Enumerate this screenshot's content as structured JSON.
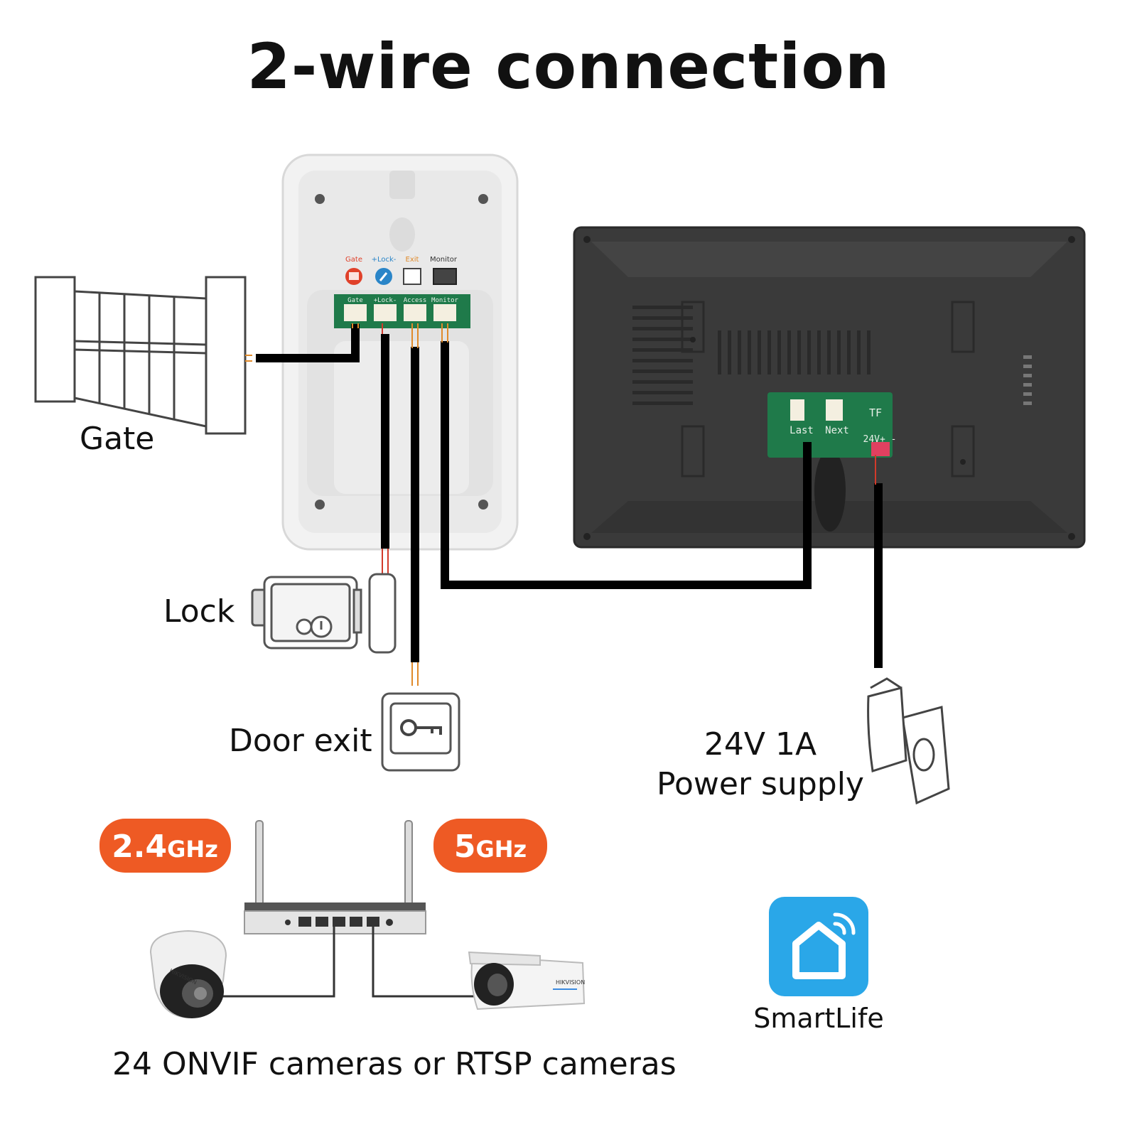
{
  "title": "2-wire connection",
  "colors": {
    "wifi_badge": "#ee5a24",
    "smartlife_tile": "#2aa7e8",
    "pcb_green": "#1f7a4a",
    "monitor_dark": "#3a3a3a"
  },
  "doorbell": {
    "top_labels": {
      "gate": "Gate",
      "lock": "+Lock-",
      "exit": "Exit",
      "monitor": "Monitor"
    },
    "pcb_labels": {
      "gate": "Gate",
      "lock": "+Lock-",
      "access": "Access",
      "monitor": "Monitor"
    }
  },
  "monitor": {
    "pcb_labels": {
      "tf": "TF",
      "last": "Last",
      "next": "Next",
      "power": "24V+ -"
    }
  },
  "labels": {
    "gate": "Gate",
    "lock": "Lock",
    "door_exit": "Door exit",
    "power_line1": "24V 1A",
    "power_line2": "Power supply",
    "cameras": "24 ONVIF cameras or RTSP cameras",
    "smartlife": "SmartLife"
  },
  "wifi": {
    "band1_num": "2.4",
    "band1_unit": "GHz",
    "band2_num": "5",
    "band2_unit": "GHz"
  },
  "cameras": {
    "dome_brand": "HIKVISION",
    "bullet_brand": "HIKVISION"
  }
}
